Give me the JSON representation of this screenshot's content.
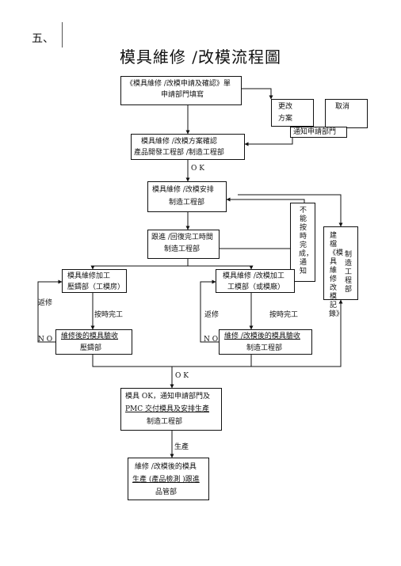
{
  "header": {
    "section": "五、",
    "title": "模具維修 /改模流程圖"
  },
  "nodes": {
    "apply": {
      "line1": "《模具維修 /改模申請及確認》單",
      "line2": "申請部門填寫"
    },
    "change": {
      "line1": "更改",
      "line2": "方案"
    },
    "cancel": {
      "label": "取消"
    },
    "notify": {
      "label": "通知申請部門"
    },
    "confirm": {
      "line1": "模具維修 /改模方案確認",
      "line2": "產品開發工程部 /制造工程部"
    },
    "arrange": {
      "line1": "模具維修 /改模安排",
      "line2": "制造工程部"
    },
    "follow": {
      "line1": "跟進 /回復完工時間",
      "line2": "制造工程部"
    },
    "late": {
      "label": "不能按時完成，通知"
    },
    "record": {
      "label": "建檔《模具維修改模記錄》",
      "side": "制造工程部"
    },
    "repair": {
      "line1": "模具維修加工",
      "line2": "壓鑄部（工模房）"
    },
    "modify": {
      "line1": "模具維修 /改模加工",
      "line2": "工模部（或模廠）"
    },
    "accept_left": {
      "line1": "維修後的模具驗收",
      "line2": "壓鑄部"
    },
    "accept_right": {
      "line1": "維修 /改模後的模具驗收",
      "line2": "制造工程部"
    },
    "deliver": {
      "line1": "模具 OK，通知申請部門及",
      "line2": "PMC 交付模具及安排生產",
      "line3": "制造工程部"
    },
    "produce": {
      "line1": "維修 /改模後的模具",
      "line2": "生產 (產品檢測 )跟進",
      "line3": "品管部"
    }
  },
  "edge_labels": {
    "ok1": "O K",
    "ok2": "O K",
    "rework_left": "返修",
    "rework_right": "返修",
    "ontime_left": "按時完工",
    "ontime_right": "按時完工",
    "no_left": "N O",
    "no_right": "N O",
    "production": "生產"
  }
}
